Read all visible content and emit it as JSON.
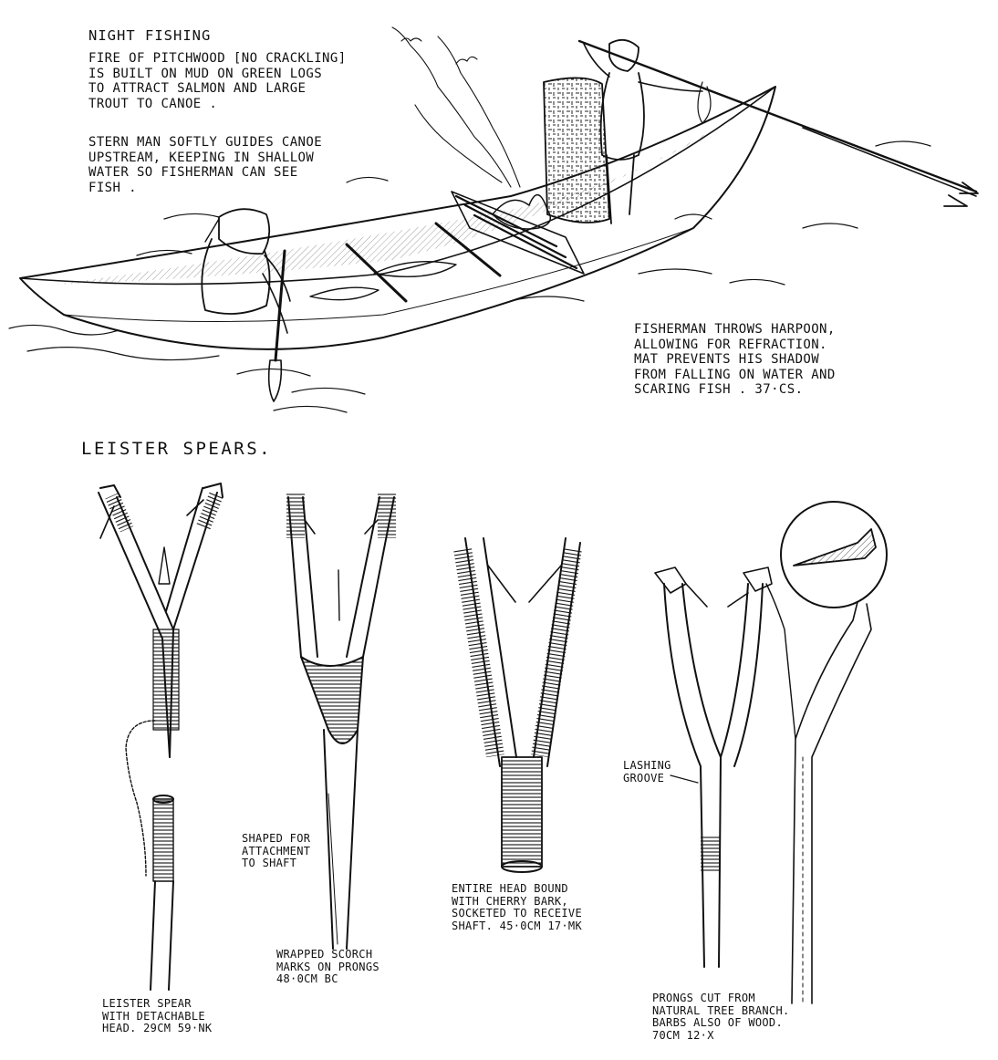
{
  "night_fishing": {
    "title": "NIGHT FISHING",
    "fire_note": "FIRE OF PITCHWOOD [NO CRACKLING]\nIS BUILT ON MUD ON GREEN LOGS\nTO ATTRACT SALMON AND LARGE\nTROUT TO CANOE .",
    "stern_note": "STERN MAN SOFTLY GUIDES CANOE\nUPSTREAM, KEEPING IN SHALLOW\nWATER SO FISHERMAN CAN SEE\nFISH .",
    "harpoon_note": "FISHERMAN THROWS HARPOON,\nALLOWING FOR REFRACTION.\nMAT PREVENTS HIS SHADOW\nFROM FALLING ON WATER AND\nSCARING FISH .      37·CS."
  },
  "leister": {
    "title": "LEISTER SPEARS.",
    "spear1_caption": "LEISTER SPEAR\nWITH DETACHABLE\nHEAD. 29cm  59·NK",
    "spear2_note": "SHAPED FOR\nATTACHMENT\nTO SHAFT",
    "spear2_caption": "WRAPPED SCORCH\nMARKS ON PRONGS\n48·0cm          BC",
    "spear3_caption": "ENTIRE HEAD BOUND\nWITH CHERRY BARK,\nSOCKETED TO RECEIVE\nSHAFT.  45·0cm  17·MK",
    "spear4_note": "LASHING\nGROOVE",
    "spear4_caption": "PRONGS CUT FROM\nNATURAL TREE BRANCH.\nBARBS ALSO OF WOOD.\n70cm  12·X"
  }
}
